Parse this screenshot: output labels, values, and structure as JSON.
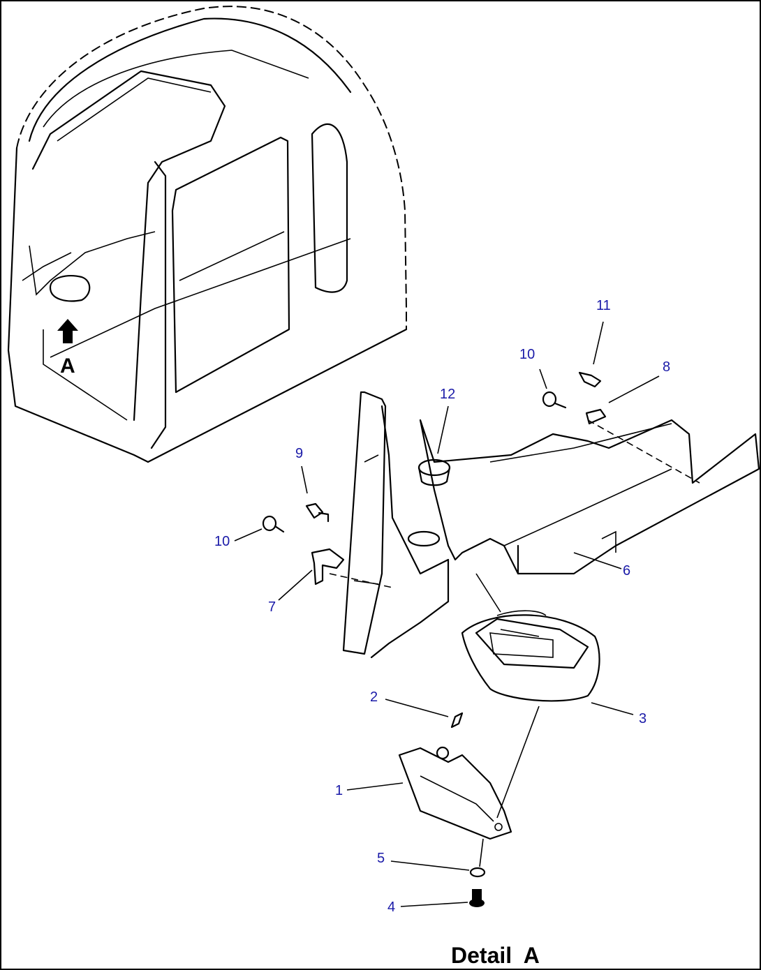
{
  "diagram": {
    "title": "Detail  A",
    "view_marker": "A",
    "callouts": [
      "1",
      "2",
      "3",
      "4",
      "5",
      "6",
      "7",
      "8",
      "9",
      "10",
      "10",
      "11",
      "12"
    ]
  },
  "colors": {
    "callout": "#1a1aa8",
    "line": "#000000",
    "background": "#ffffff"
  }
}
